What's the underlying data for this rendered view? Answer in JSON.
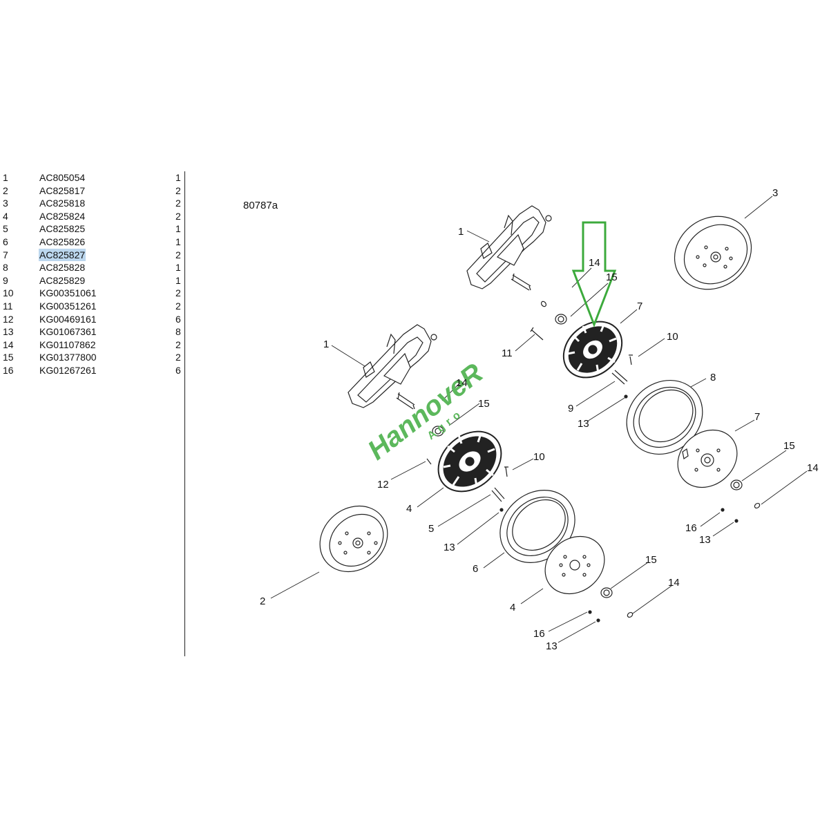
{
  "drawing_code": "80787a",
  "parts": [
    {
      "index": "1",
      "code": "AC805054",
      "qty": "1"
    },
    {
      "index": "2",
      "code": "AC825817",
      "qty": "2"
    },
    {
      "index": "3",
      "code": "AC825818",
      "qty": "2"
    },
    {
      "index": "4",
      "code": "AC825824",
      "qty": "2"
    },
    {
      "index": "5",
      "code": "AC825825",
      "qty": "1"
    },
    {
      "index": "6",
      "code": "AC825826",
      "qty": "1"
    },
    {
      "index": "7",
      "code": "AC825827",
      "qty": "2",
      "highlighted": true
    },
    {
      "index": "8",
      "code": "AC825828",
      "qty": "1"
    },
    {
      "index": "9",
      "code": "AC825829",
      "qty": "1"
    },
    {
      "index": "10",
      "code": "KG00351061",
      "qty": "2"
    },
    {
      "index": "11",
      "code": "KG00351261",
      "qty": "2"
    },
    {
      "index": "12",
      "code": "KG00469161",
      "qty": "6"
    },
    {
      "index": "13",
      "code": "KG01067361",
      "qty": "8"
    },
    {
      "index": "14",
      "code": "KG01107862",
      "qty": "2"
    },
    {
      "index": "15",
      "code": "KG01377800",
      "qty": "2"
    },
    {
      "index": "16",
      "code": "KG01267261",
      "qty": "6"
    }
  ],
  "callouts": [
    "1",
    "14",
    "15",
    "7",
    "11",
    "10",
    "9",
    "13",
    "8",
    "3",
    "1",
    "14",
    "15",
    "12",
    "4",
    "10",
    "5",
    "13",
    "6",
    "2",
    "7",
    "15",
    "14",
    "16",
    "13",
    "4",
    "15",
    "14",
    "16",
    "13"
  ],
  "watermark": {
    "brand": "HannoveR",
    "sub": "Agro"
  },
  "colors": {
    "highlight": "#bcd7ee",
    "arrow": "#3caa3c",
    "watermark": "#5cb85c"
  }
}
